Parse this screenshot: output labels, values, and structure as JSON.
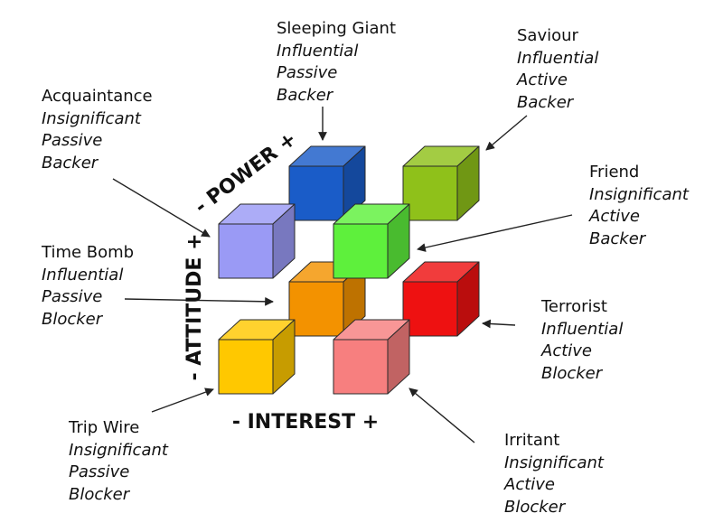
{
  "axes": {
    "power": "- POWER +",
    "attitude": "- ATTITUDE +",
    "interest": "- INTEREST +"
  },
  "stakeholders": [
    {
      "id": "acquaintance",
      "name": "Acquaintance",
      "power": "Insignificant",
      "interest": "Passive",
      "attitude": "Backer",
      "color": "#9a9af5"
    },
    {
      "id": "sleeping-giant",
      "name": "Sleeping Giant",
      "power": "Influential",
      "interest": "Passive",
      "attitude": "Backer",
      "color": "#1a5cc8"
    },
    {
      "id": "saviour",
      "name": "Saviour",
      "power": "Influential",
      "interest": "Active",
      "attitude": "Backer",
      "color": "#8fc11a"
    },
    {
      "id": "friend",
      "name": "Friend",
      "power": "Insignificant",
      "interest": "Active",
      "attitude": "Backer",
      "color": "#5ef03c"
    },
    {
      "id": "time-bomb",
      "name": "Time Bomb",
      "power": "Influential",
      "interest": "Passive",
      "attitude": "Blocker",
      "color": "#f39200"
    },
    {
      "id": "terrorist",
      "name": "Terrorist",
      "power": "Influential",
      "interest": "Active",
      "attitude": "Blocker",
      "color": "#ee1111"
    },
    {
      "id": "trip-wire",
      "name": "Trip Wire",
      "power": "Insignificant",
      "interest": "Passive",
      "attitude": "Blocker",
      "color": "#ffc800"
    },
    {
      "id": "irritant",
      "name": "Irritant",
      "power": "Insignificant",
      "interest": "Active",
      "attitude": "Blocker",
      "color": "#f77f7f"
    }
  ]
}
